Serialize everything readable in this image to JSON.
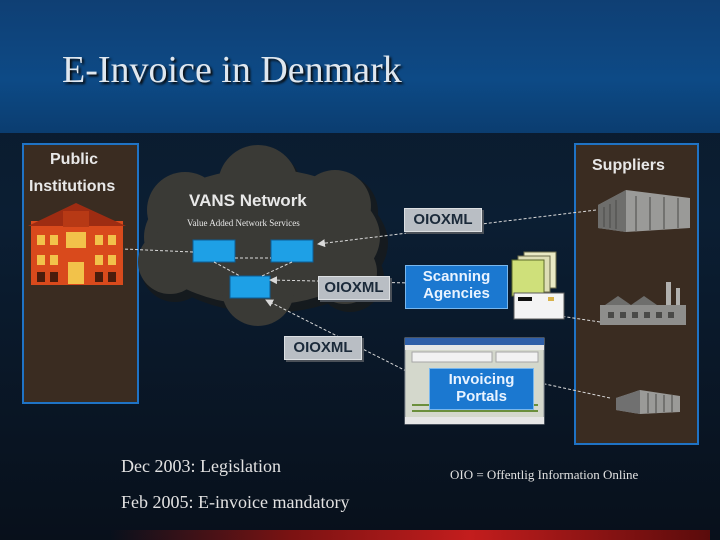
{
  "slide": {
    "title": "E-Invoice in Denmark"
  },
  "diagram": {
    "public_institutions": "Public Institutions",
    "public_institutions_line1": "Public",
    "public_institutions_line2": "Institutions",
    "suppliers": "Suppliers",
    "vans_title": "VANS Network",
    "vans_subtitle": "Value Added Network Services",
    "oioxml_top": "OIOXML",
    "oioxml_middle": "OIOXML",
    "oioxml_lower": "OIOXML",
    "scanning_agencies_line1": "Scanning",
    "scanning_agencies_line2": "Agencies",
    "invoicing_portals_line1": "Invoicing",
    "invoicing_portals_line2": "Portals"
  },
  "footer": {
    "legislation": "Dec 2003: Legislation",
    "mandatory": "Feb 2005: E-invoice mandatory",
    "oio_note": "OIO = Offentlig Information Online"
  },
  "colors": {
    "title_band": "#0d4a86",
    "panel": "#3a2c21",
    "accent_blue": "#1b78d0",
    "label_gray": "#b9bec4",
    "cloud": "#3a3a36"
  },
  "icons": {
    "public_building": "public-building-icon",
    "office_building": "office-building-icon",
    "factory": "factory-icon",
    "warehouse": "warehouse-icon",
    "scanner": "scanner-icon",
    "documents": "document-stack-icon"
  }
}
